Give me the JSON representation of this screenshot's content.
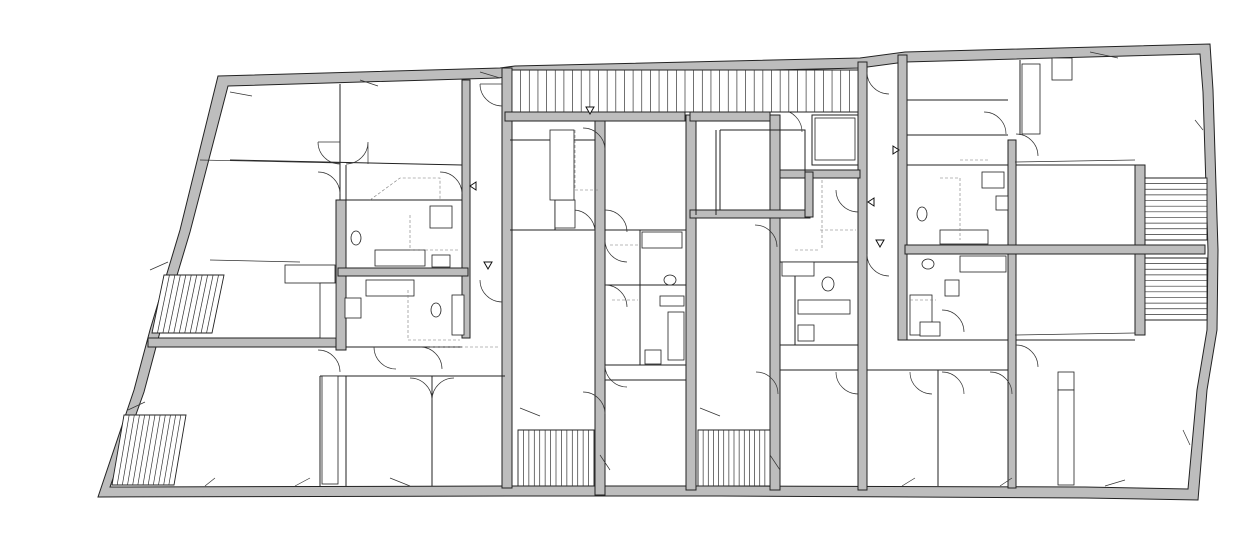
{
  "drawing": {
    "type": "architectural-floor-plan",
    "labels": [],
    "colors": {
      "wall_fill": "#bdbdbd",
      "line": "#222222",
      "background": "#ffffff"
    }
  },
  "stairs": [
    {
      "id": "stair-top-center",
      "treads": 40
    },
    {
      "id": "stair-left-upper",
      "treads": 11
    },
    {
      "id": "stair-left-lower",
      "treads": 12
    },
    {
      "id": "stair-right-upper",
      "treads": 11
    },
    {
      "id": "stair-right-lower",
      "treads": 11
    },
    {
      "id": "stair-bottom-a",
      "treads": 14
    },
    {
      "id": "stair-bottom-b",
      "treads": 14
    }
  ]
}
